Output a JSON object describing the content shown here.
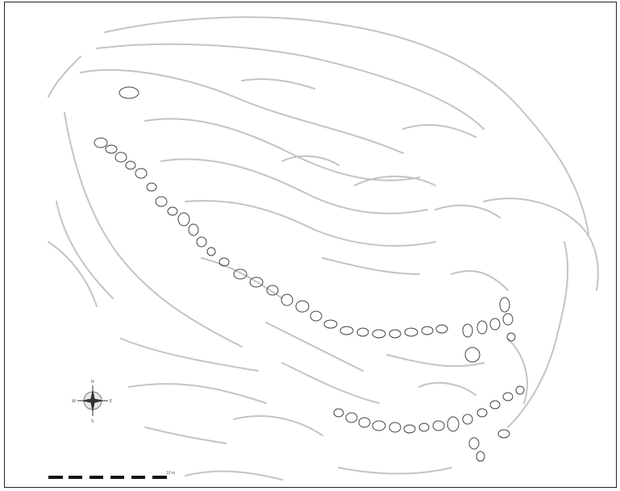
{
  "map": {
    "compass": {
      "north": "N",
      "south": "S",
      "east": "E",
      "west": "W"
    },
    "scale_bar": {
      "label": "10 m",
      "segments": 6
    },
    "colors": {
      "frame": "#222222",
      "stones": "#444444",
      "contours": "#c4c4c4",
      "scale": "#111111"
    }
  }
}
